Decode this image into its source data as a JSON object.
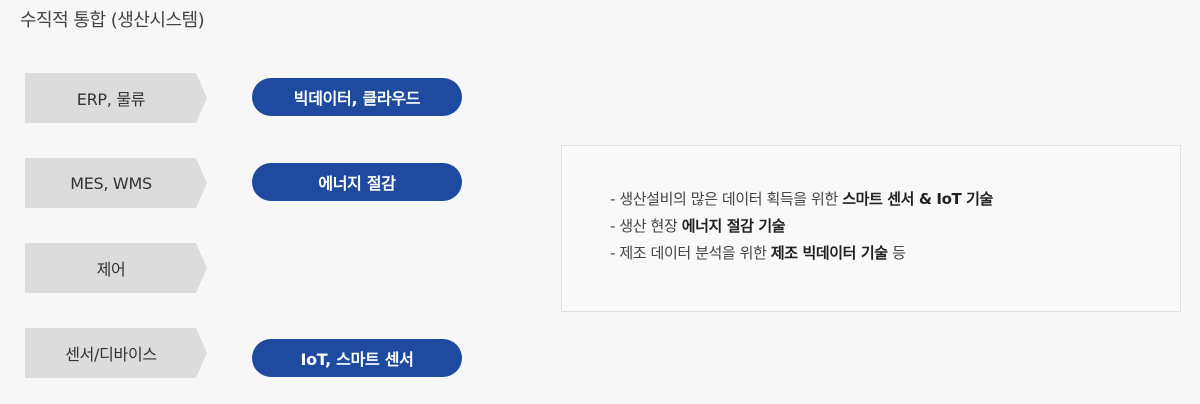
{
  "title": "수직적 통합 (생산시스템)",
  "layers": [
    {
      "label": "ERP, 물류",
      "tech": "빅데이터, 클라우드"
    },
    {
      "label": "MES, WMS",
      "tech": "에너지 절감"
    },
    {
      "label": "제어",
      "tech": ""
    },
    {
      "label": "센서/디바이스",
      "tech": "IoT, 스마트 센서"
    }
  ],
  "details": [
    {
      "prefix": "- 생산설비의 많은 데이터 획득을 위한 ",
      "bold": "스마트 센서 & IoT 기술",
      "suffix": ""
    },
    {
      "prefix": "- 생산 현장 ",
      "bold": "에너지 절감 기술",
      "suffix": ""
    },
    {
      "prefix": "- 제조 데이터 분석을 위한 ",
      "bold": "제조 빅데이터 기술",
      "suffix": " 등"
    }
  ],
  "colors": {
    "pill": "#1e4aa0",
    "arrow": "#dcdcdc",
    "background": "#f7f7f7"
  }
}
